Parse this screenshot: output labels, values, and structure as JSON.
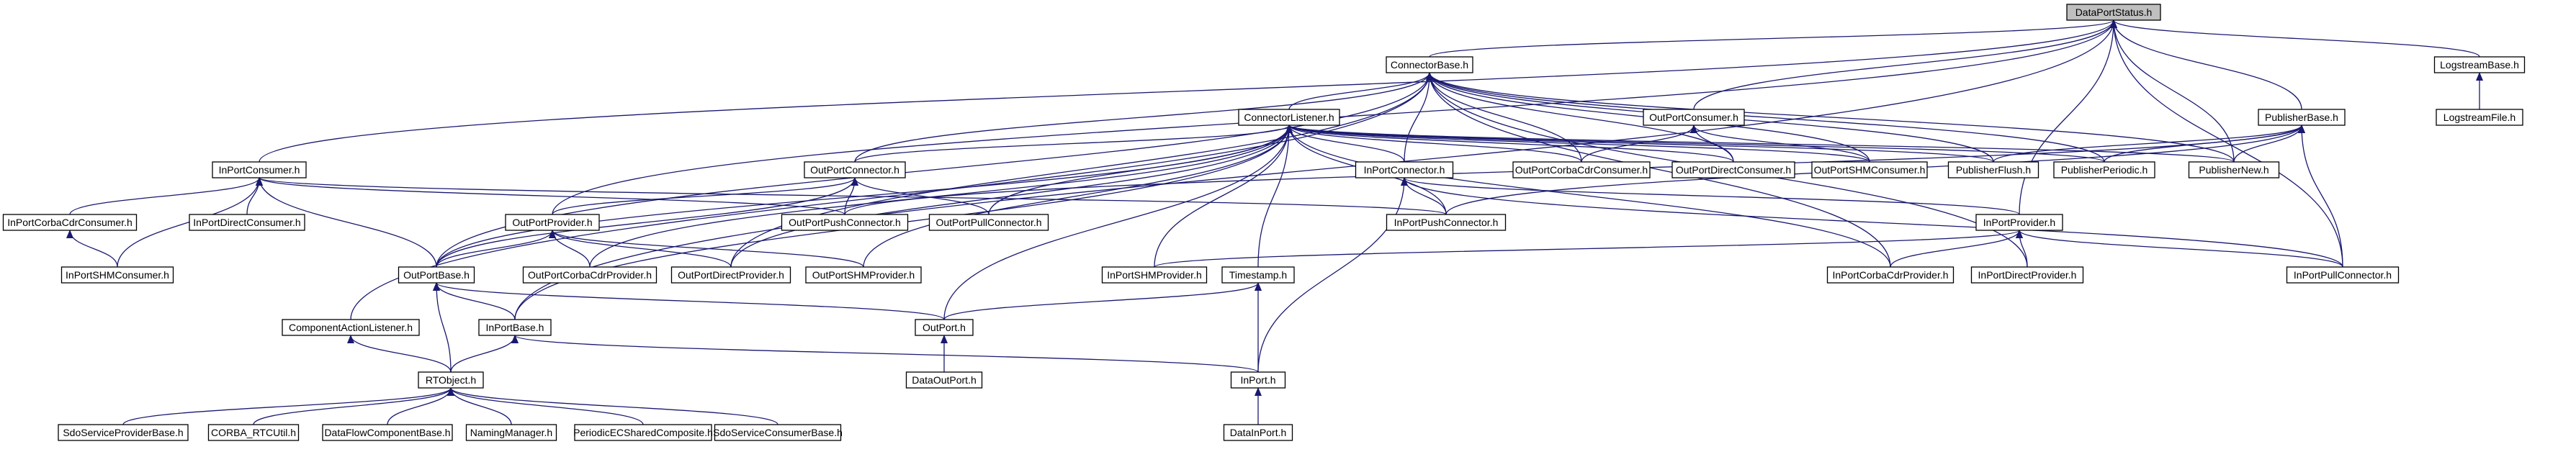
{
  "graph": {
    "root": "DataPortStatus.h",
    "nodes": [
      "DataPortStatus.h",
      "ConnectorBase.h",
      "LogstreamBase.h",
      "LogstreamFile.h",
      "ConnectorListener.h",
      "OutPortConsumer.h",
      "PublisherBase.h",
      "InPortConsumer.h",
      "OutPortConnector.h",
      "InPortConnector.h",
      "OutPortCorbaCdrConsumer.h",
      "OutPortDirectConsumer.h",
      "OutPortSHMConsumer.h",
      "PublisherFlush.h",
      "PublisherPeriodic.h",
      "PublisherNew.h",
      "InPortCorbaCdrConsumer.h",
      "InPortDirectConsumer.h",
      "OutPortProvider.h",
      "OutPortPushConnector.h",
      "OutPortPullConnector.h",
      "InPortPushConnector.h",
      "InPortProvider.h",
      "InPortSHMConsumer.h",
      "OutPortBase.h",
      "OutPortCorbaCdrProvider.h",
      "OutPortDirectProvider.h",
      "OutPortSHMProvider.h",
      "InPortSHMProvider.h",
      "Timestamp.h",
      "InPortCorbaCdrProvider.h",
      "InPortDirectProvider.h",
      "InPortPullConnector.h",
      "ComponentActionListener.h",
      "InPortBase.h",
      "OutPort.h",
      "DataOutPort.h",
      "RTObject.h",
      "InPort.h",
      "SdoServiceProviderBase.h",
      "CORBA_RTCUtil.h",
      "DataFlowComponentBase.h",
      "NamingManager.h",
      "PeriodicECSharedComposite.h",
      "SdoServiceConsumerBase.h",
      "DataInPort.h"
    ],
    "edges": [
      [
        "ConnectorBase.h",
        "DataPortStatus.h"
      ],
      [
        "OutPortConsumer.h",
        "DataPortStatus.h"
      ],
      [
        "PublisherBase.h",
        "DataPortStatus.h"
      ],
      [
        "InPortConsumer.h",
        "DataPortStatus.h"
      ],
      [
        "LogstreamBase.h",
        "DataPortStatus.h"
      ],
      [
        "OutPortProvider.h",
        "DataPortStatus.h"
      ],
      [
        "InPortBase.h",
        "DataPortStatus.h"
      ],
      [
        "InPortProvider.h",
        "DataPortStatus.h"
      ],
      [
        "InPortPullConnector.h",
        "DataPortStatus.h"
      ],
      [
        "PublisherNew.h",
        "DataPortStatus.h"
      ],
      [
        "LogstreamFile.h",
        "LogstreamBase.h"
      ],
      [
        "ConnectorListener.h",
        "ConnectorBase.h"
      ],
      [
        "OutPortConnector.h",
        "ConnectorBase.h"
      ],
      [
        "InPortConnector.h",
        "ConnectorBase.h"
      ],
      [
        "OutPortCorbaCdrConsumer.h",
        "ConnectorBase.h"
      ],
      [
        "OutPortDirectConsumer.h",
        "ConnectorBase.h"
      ],
      [
        "OutPortSHMConsumer.h",
        "ConnectorBase.h"
      ],
      [
        "PublisherFlush.h",
        "ConnectorBase.h"
      ],
      [
        "PublisherPeriodic.h",
        "ConnectorBase.h"
      ],
      [
        "PublisherNew.h",
        "ConnectorBase.h"
      ],
      [
        "ComponentActionListener.h",
        "ConnectorBase.h"
      ],
      [
        "OutPortBase.h",
        "ConnectorBase.h"
      ],
      [
        "OutPortDirectProvider.h",
        "ConnectorBase.h"
      ],
      [
        "InPortCorbaCdrProvider.h",
        "ConnectorBase.h"
      ],
      [
        "InPortDirectProvider.h",
        "ConnectorBase.h"
      ],
      [
        "OutPortConnector.h",
        "ConnectorListener.h"
      ],
      [
        "InPortConnector.h",
        "ConnectorListener.h"
      ],
      [
        "OutPortCorbaCdrConsumer.h",
        "ConnectorListener.h"
      ],
      [
        "OutPortDirectConsumer.h",
        "ConnectorListener.h"
      ],
      [
        "OutPortSHMConsumer.h",
        "ConnectorListener.h"
      ],
      [
        "PublisherFlush.h",
        "ConnectorListener.h"
      ],
      [
        "PublisherPeriodic.h",
        "ConnectorListener.h"
      ],
      [
        "PublisherNew.h",
        "ConnectorListener.h"
      ],
      [
        "OutPortPullConnector.h",
        "ConnectorListener.h"
      ],
      [
        "InPortPushConnector.h",
        "ConnectorListener.h"
      ],
      [
        "OutPortBase.h",
        "ConnectorListener.h"
      ],
      [
        "OutPortCorbaCdrProvider.h",
        "ConnectorListener.h"
      ],
      [
        "OutPortDirectProvider.h",
        "ConnectorListener.h"
      ],
      [
        "OutPortSHMProvider.h",
        "ConnectorListener.h"
      ],
      [
        "InPortSHMProvider.h",
        "ConnectorListener.h"
      ],
      [
        "Timestamp.h",
        "ConnectorListener.h"
      ],
      [
        "InPortBase.h",
        "ConnectorListener.h"
      ],
      [
        "OutPort.h",
        "ConnectorListener.h"
      ],
      [
        "InPortCorbaCdrProvider.h",
        "ConnectorListener.h"
      ],
      [
        "OutPortCorbaCdrConsumer.h",
        "OutPortConsumer.h"
      ],
      [
        "OutPortDirectConsumer.h",
        "OutPortConsumer.h"
      ],
      [
        "OutPortSHMConsumer.h",
        "OutPortConsumer.h"
      ],
      [
        "PublisherFlush.h",
        "PublisherBase.h"
      ],
      [
        "PublisherPeriodic.h",
        "PublisherBase.h"
      ],
      [
        "PublisherNew.h",
        "PublisherBase.h"
      ],
      [
        "InPortPushConnector.h",
        "PublisherBase.h"
      ],
      [
        "InPortPullConnector.h",
        "PublisherBase.h"
      ],
      [
        "OutPortPushConnector.h",
        "PublisherBase.h"
      ],
      [
        "InPortCorbaCdrConsumer.h",
        "InPortConsumer.h"
      ],
      [
        "InPortDirectConsumer.h",
        "InPortConsumer.h"
      ],
      [
        "InPortSHMConsumer.h",
        "InPortConsumer.h"
      ],
      [
        "OutPortPushConnector.h",
        "InPortConsumer.h"
      ],
      [
        "OutPortBase.h",
        "InPortConsumer.h"
      ],
      [
        "InPortPushConnector.h",
        "InPortConsumer.h"
      ],
      [
        "InPortSHMConsumer.h",
        "InPortCorbaCdrConsumer.h"
      ],
      [
        "OutPortProvider.h",
        "OutPortConnector.h"
      ],
      [
        "OutPortPushConnector.h",
        "OutPortConnector.h"
      ],
      [
        "OutPortPullConnector.h",
        "OutPortConnector.h"
      ],
      [
        "OutPortBase.h",
        "OutPortConnector.h"
      ],
      [
        "InPortPushConnector.h",
        "InPortConnector.h"
      ],
      [
        "InPortProvider.h",
        "InPortConnector.h"
      ],
      [
        "InPort.h",
        "InPortConnector.h"
      ],
      [
        "InPortPullConnector.h",
        "InPortConnector.h"
      ],
      [
        "OutPortBase.h",
        "OutPortProvider.h"
      ],
      [
        "OutPortCorbaCdrProvider.h",
        "OutPortProvider.h"
      ],
      [
        "OutPortDirectProvider.h",
        "OutPortProvider.h"
      ],
      [
        "OutPortSHMProvider.h",
        "OutPortProvider.h"
      ],
      [
        "InPortCorbaCdrProvider.h",
        "InPortProvider.h"
      ],
      [
        "InPortDirectProvider.h",
        "InPortProvider.h"
      ],
      [
        "InPortPullConnector.h",
        "InPortProvider.h"
      ],
      [
        "InPortSHMProvider.h",
        "InPortProvider.h"
      ],
      [
        "RTObject.h",
        "OutPortBase.h"
      ],
      [
        "InPortBase.h",
        "OutPortBase.h"
      ],
      [
        "OutPort.h",
        "OutPortBase.h"
      ],
      [
        "OutPort.h",
        "Timestamp.h"
      ],
      [
        "InPort.h",
        "Timestamp.h"
      ],
      [
        "DataOutPort.h",
        "OutPort.h"
      ],
      [
        "RTObject.h",
        "ComponentActionListener.h"
      ],
      [
        "RTObject.h",
        "InPortBase.h"
      ],
      [
        "InPort.h",
        "InPortBase.h"
      ],
      [
        "DataInPort.h",
        "InPort.h"
      ],
      [
        "SdoServiceProviderBase.h",
        "RTObject.h"
      ],
      [
        "CORBA_RTCUtil.h",
        "RTObject.h"
      ],
      [
        "DataFlowComponentBase.h",
        "RTObject.h"
      ],
      [
        "NamingManager.h",
        "RTObject.h"
      ],
      [
        "PeriodicECSharedComposite.h",
        "RTObject.h"
      ],
      [
        "SdoServiceConsumerBase.h",
        "RTObject.h"
      ]
    ]
  }
}
